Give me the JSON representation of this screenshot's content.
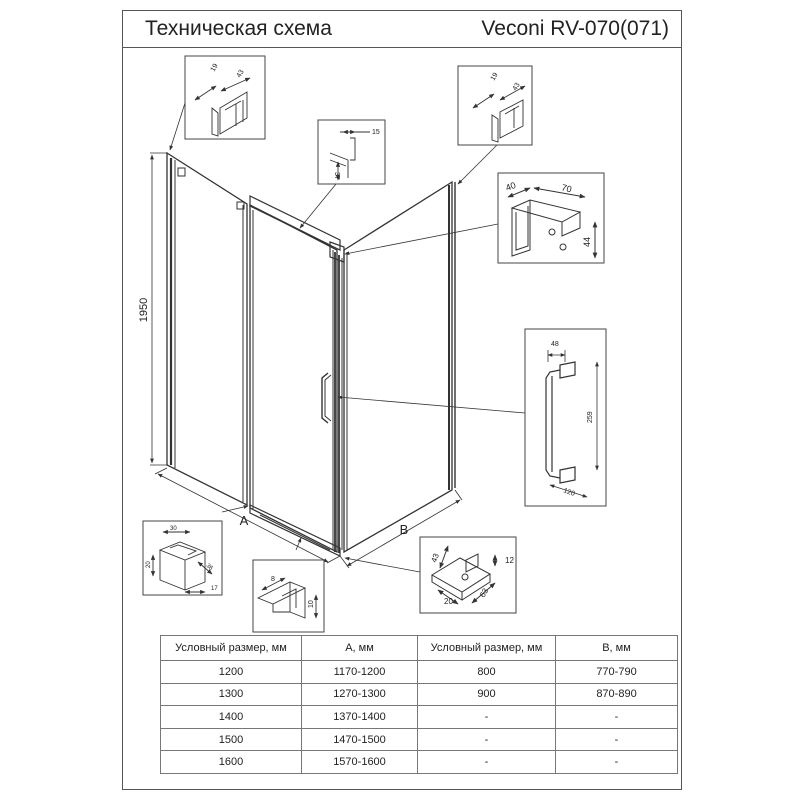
{
  "header": {
    "title": "Техническая схема",
    "model": "Veconi RV-070(071)"
  },
  "dimensions": {
    "height": "1950",
    "width_a": "A",
    "width_b": "B"
  },
  "details": {
    "profile_left": {
      "d1": "19",
      "d2": "43"
    },
    "profile_right": {
      "d1": "19",
      "d2": "43"
    },
    "top_bar": {
      "d1": "15",
      "d2": "37"
    },
    "corner_bracket": {
      "d1": "40",
      "d2": "70",
      "d3": "44"
    },
    "handle": {
      "d1": "48",
      "d2": "259",
      "d3": "120"
    },
    "bottom_left": {
      "d1": "30",
      "d2": "20",
      "d3": "36",
      "d4": "17"
    },
    "bottom_profile": {
      "d1": "8",
      "d2": "10"
    },
    "bottom_corner": {
      "d1": "43",
      "d2": "12",
      "d3": "20",
      "d4": "63"
    }
  },
  "table": {
    "headers": [
      "Условный размер, мм",
      "A, мм",
      "Условный размер, мм",
      "B, мм"
    ],
    "rows": [
      [
        "1200",
        "1170-1200",
        "800",
        "770-790"
      ],
      [
        "1300",
        "1270-1300",
        "900",
        "870-890"
      ],
      [
        "1400",
        "1370-1400",
        "-",
        "-"
      ],
      [
        "1500",
        "1470-1500",
        "-",
        "-"
      ],
      [
        "1600",
        "1570-1600",
        "-",
        "-"
      ]
    ]
  }
}
